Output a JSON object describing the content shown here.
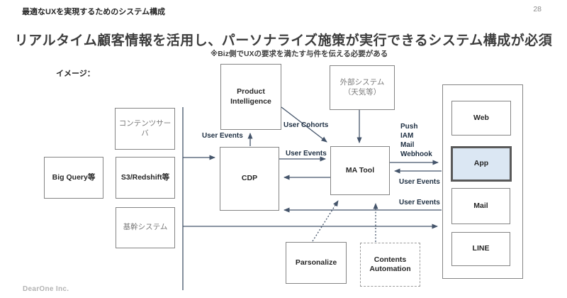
{
  "page": {
    "header": "最適なUXを実現するためのシステム構成",
    "page_number": "28",
    "footer": "DearOne Inc."
  },
  "headline": {
    "title": "リアルタイム顧客情報を活用し、パーソナライズ施策が実行できるシステム構成が必須",
    "subtitle": "※Biz側でUXの要求を満たす与件を伝える必要がある",
    "image_label": "イメージ："
  },
  "colors": {
    "arrow": "#44546a",
    "box_border": "#848484",
    "app_fill": "#dbe7f3",
    "app_border": "#595959"
  },
  "diagram": {
    "nodes": {
      "content_server": "コンテンツサーバ",
      "big_query": "Big Query等",
      "s3_redshift": "S3/Redshift等",
      "core_system": "基幹システム",
      "product_intelligence": "Product Intelligence",
      "cdp": "CDP",
      "external_system": "外部システム\n（天気等）",
      "ma_tool": "MA Tool",
      "personalize": "Parsonalize",
      "contents_automation": "Contents Automation",
      "web": "Web",
      "app": "App",
      "mail": "Mail",
      "line": "LINE"
    },
    "labels": {
      "user_events_to_pi": "User Events",
      "user_cohorts": "User Cohorts",
      "user_events_to_ma": "User Events",
      "push_stack": "Push\nIAM\nMail\nWebhook",
      "user_events_from_app": "User Events",
      "user_events_return": "User Events"
    }
  }
}
